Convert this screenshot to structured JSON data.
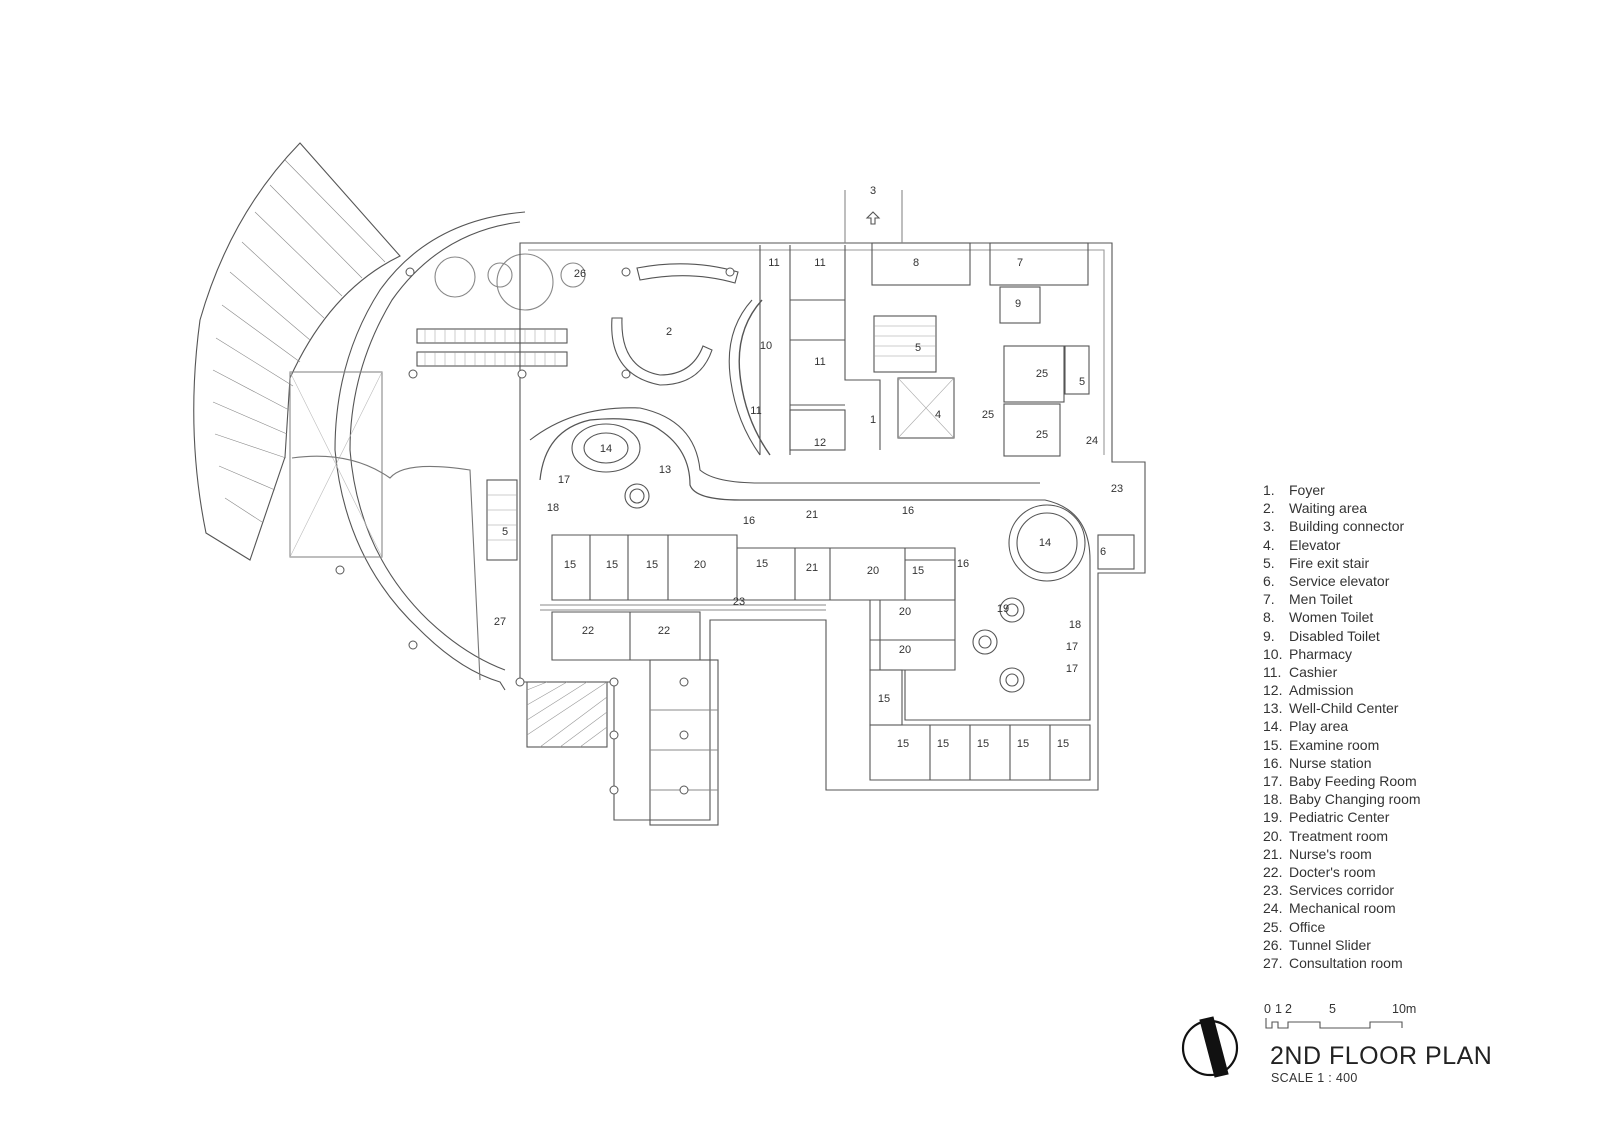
{
  "legend": [
    {
      "num": "1.",
      "name": "Foyer"
    },
    {
      "num": "2.",
      "name": "Waiting area"
    },
    {
      "num": "3.",
      "name": "Building connector"
    },
    {
      "num": "4.",
      "name": "Elevator"
    },
    {
      "num": "5.",
      "name": "Fire exit stair"
    },
    {
      "num": "6.",
      "name": "Service elevator"
    },
    {
      "num": "7.",
      "name": "Men Toilet"
    },
    {
      "num": "8.",
      "name": "Women Toilet"
    },
    {
      "num": "9.",
      "name": "Disabled Toilet"
    },
    {
      "num": "10.",
      "name": "Pharmacy"
    },
    {
      "num": "11.",
      "name": "Cashier"
    },
    {
      "num": "12.",
      "name": "Admission"
    },
    {
      "num": "13.",
      "name": "Well-Child Center"
    },
    {
      "num": "14.",
      "name": "Play area"
    },
    {
      "num": "15.",
      "name": "Examine room"
    },
    {
      "num": "16.",
      "name": "Nurse station"
    },
    {
      "num": "17.",
      "name": "Baby Feeding Room"
    },
    {
      "num": "18.",
      "name": "Baby Changing room"
    },
    {
      "num": "19.",
      "name": "Pediatric Center"
    },
    {
      "num": "20.",
      "name": "Treatment room"
    },
    {
      "num": "21.",
      "name": "Nurse's room"
    },
    {
      "num": "22.",
      "name": "Docter's room"
    },
    {
      "num": "23.",
      "name": "Services corridor"
    },
    {
      "num": "24.",
      "name": "Mechanical room"
    },
    {
      "num": "25.",
      "name": "Office"
    },
    {
      "num": "26.",
      "name": "Tunnel Slider"
    },
    {
      "num": "27.",
      "name": "Consultation room"
    }
  ],
  "scale_bar": {
    "ticks": [
      "0",
      "1",
      "2",
      "5",
      "10m"
    ]
  },
  "title": "2ND FLOOR PLAN",
  "subtitle": "SCALE 1 : 400",
  "plan_labels": [
    "3",
    "26",
    "11",
    "11",
    "8",
    "7",
    "9",
    "2",
    "10",
    "11",
    "5",
    "25",
    "5",
    "11",
    "1",
    "4",
    "25",
    "25",
    "24",
    "12",
    "14",
    "13",
    "17",
    "18",
    "16",
    "21",
    "16",
    "23",
    "5",
    "15",
    "15",
    "15",
    "20",
    "15",
    "21",
    "20",
    "15",
    "16",
    "14",
    "6",
    "19",
    "23",
    "27",
    "22",
    "22",
    "20",
    "18",
    "20",
    "17",
    "17",
    "15",
    "15",
    "15",
    "15",
    "15",
    "15"
  ],
  "colors": {
    "line": "#555555",
    "light_line": "#9a9a9a",
    "text": "#333333"
  }
}
